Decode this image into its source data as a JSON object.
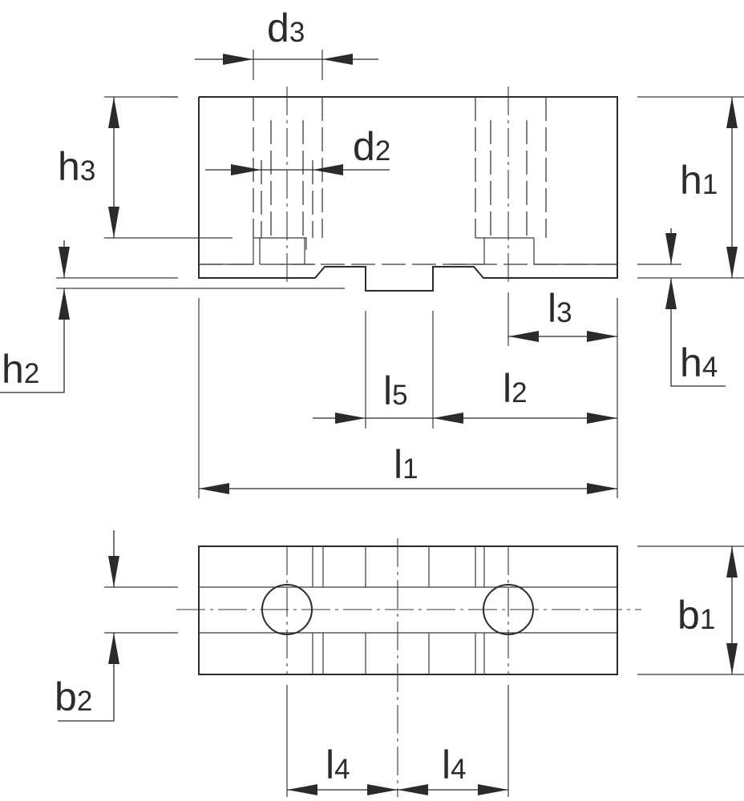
{
  "diagram": {
    "type": "technical-drawing",
    "views": [
      "side-view",
      "top-view"
    ]
  },
  "labels": {
    "d3": {
      "main": "d",
      "sub": "3"
    },
    "d2": {
      "main": "d",
      "sub": "2"
    },
    "h3": {
      "main": "h",
      "sub": "3"
    },
    "h1": {
      "main": "h",
      "sub": "1"
    },
    "h2": {
      "main": "h",
      "sub": "2"
    },
    "h4": {
      "main": "h",
      "sub": "4"
    },
    "l3": {
      "main": "l",
      "sub": "3"
    },
    "l5": {
      "main": "l",
      "sub": "5"
    },
    "l2": {
      "main": "l",
      "sub": "2"
    },
    "l1": {
      "main": "l",
      "sub": "1"
    },
    "b1": {
      "main": "b",
      "sub": "1"
    },
    "b2": {
      "main": "b",
      "sub": "2"
    },
    "l4_left": {
      "main": "l",
      "sub": "4"
    },
    "l4_right": {
      "main": "l",
      "sub": "4"
    }
  }
}
